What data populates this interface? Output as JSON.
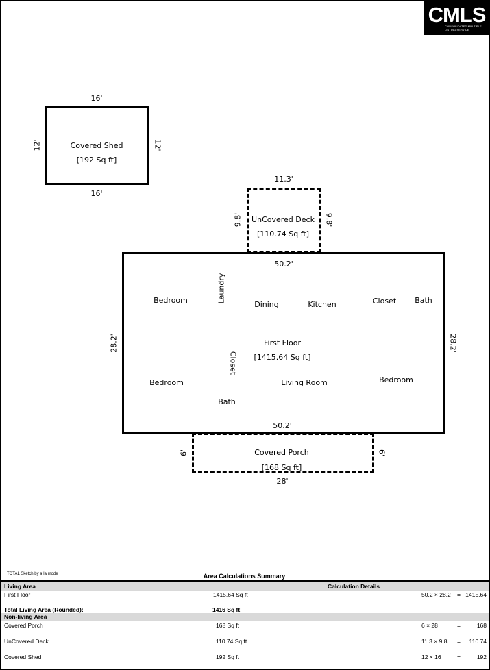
{
  "logo": {
    "main": "CMLS",
    "sub": "CONSOLIDATED MULTIPLE LISTING SERVICE"
  },
  "sketch": {
    "shed": {
      "name": "Covered Shed",
      "area": "[192 Sq ft]",
      "dim_top": "16'",
      "dim_bottom": "16'",
      "dim_left": "12'",
      "dim_right": "12'"
    },
    "deck": {
      "name": "UnCovered Deck",
      "area": "[110.74 Sq ft]",
      "dim_top": "11.3'",
      "dim_left": "9.8'",
      "dim_right": "9.8'"
    },
    "floor": {
      "name": "First Floor",
      "area": "[1415.64 Sq ft]",
      "dim_top": "50.2'",
      "dim_bottom": "50.2'",
      "dim_left": "28.2'",
      "dim_right": "28.2'",
      "rooms": {
        "bedroom_nw": "Bedroom",
        "laundry": "Laundry",
        "dining": "Dining",
        "kitchen": "Kitchen",
        "closet_ne": "Closet",
        "bath_ne": "Bath",
        "closet_center": "Closet",
        "bedroom_sw": "Bedroom",
        "bath_s": "Bath",
        "living_room": "Living Room",
        "bedroom_se": "Bedroom"
      }
    },
    "porch": {
      "name": "Covered Porch",
      "area": "[168 Sq ft]",
      "dim_bottom": "28'",
      "dim_left": "6'",
      "dim_right": "6'"
    }
  },
  "footer": {
    "credit": "TOTAL Sketch by a la mode",
    "summary_title": "Area Calculations Summary",
    "living_header": "Living Area",
    "calc_header": "Calculation Details",
    "living_rows": [
      {
        "name": "First Floor",
        "area": "1415.64 Sq ft",
        "calc": "50.2 × 28.2",
        "eq": "=",
        "result": "1415.64"
      }
    ],
    "total_label": "Total Living Area (Rounded):",
    "total_value": "1416 Sq ft",
    "nonliving_header": "Non-living Area",
    "nonliving_rows": [
      {
        "name": "Covered Porch",
        "area": "168 Sq ft",
        "calc": "6 × 28",
        "eq": "=",
        "result": "168"
      },
      {
        "name": "UnCovered Deck",
        "area": "110.74 Sq ft",
        "calc": "11.3 × 9.8",
        "eq": "=",
        "result": "110.74"
      },
      {
        "name": "Covered Shed",
        "area": "192 Sq ft",
        "calc": "12 × 16",
        "eq": "=",
        "result": "192"
      }
    ]
  }
}
